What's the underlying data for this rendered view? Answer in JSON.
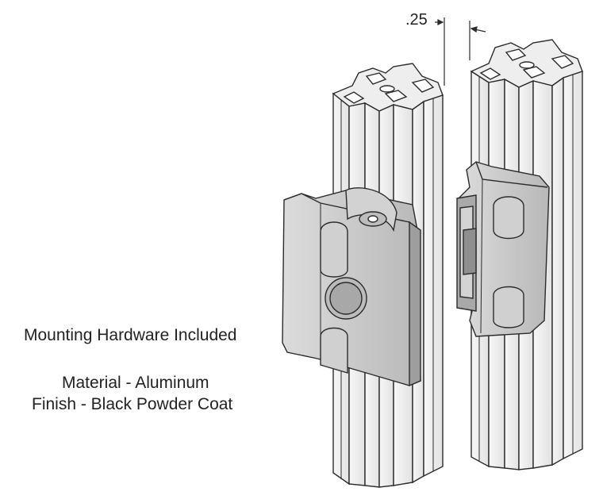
{
  "dimension": {
    "label": ".25"
  },
  "notes": {
    "hardware": "Mounting Hardware Included",
    "material": "Material - Aluminum",
    "finish": "Finish - Black Powder Coat"
  },
  "colors": {
    "line": "#2b2b2b",
    "extrusion_face": "#f2f2f2",
    "extrusion_shade": "#d6d6d6",
    "hinge_body": "#c9c9c9",
    "hinge_dark": "#9e9e9e",
    "text": "#222222"
  }
}
